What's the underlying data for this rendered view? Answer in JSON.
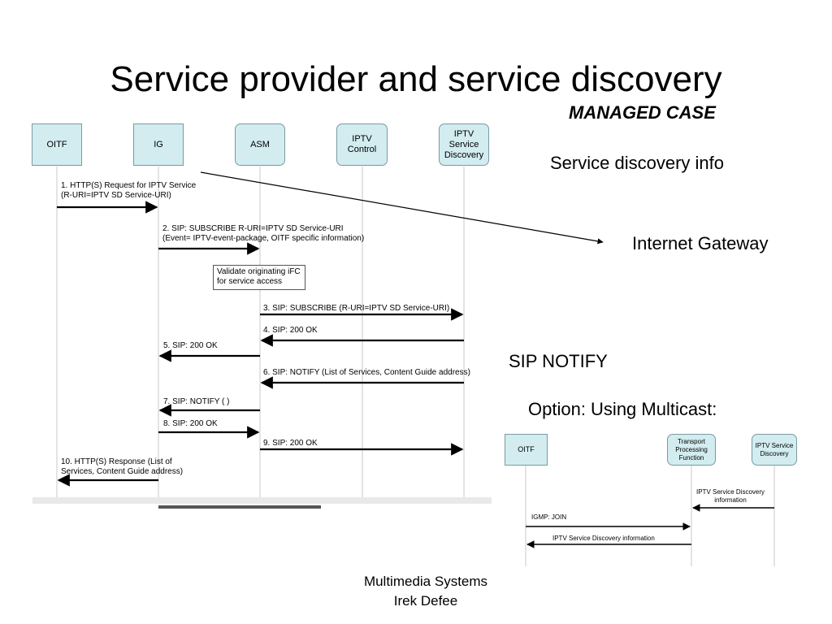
{
  "slide": {
    "title": "Service provider and service discovery",
    "subtitle": "MANAGED CASE",
    "side_labels": [
      "Service discovery info",
      "Internet Gateway",
      "SIP NOTIFY",
      "Option: Using Multicast:"
    ],
    "footer": [
      "Multimedia Systems",
      "Irek Defee"
    ]
  },
  "main_diagram": {
    "entities": [
      "OITF",
      "IG",
      "ASM",
      "IPTV Control",
      "IPTV Service Discovery"
    ],
    "messages": [
      "1. HTTP(S) Request for IPTV Service\n(R-URI=IPTV SD Service-URI)",
      "2. SIP: SUBSCRIBE R-URI=IPTV SD Service-URI\n(Event= IPTV-event-package, OITF specific information)",
      "3. SIP: SUBSCRIBE (R-URI=IPTV SD Service-URI)",
      "4. SIP: 200 OK",
      "5. SIP: 200 OK",
      "6. SIP: NOTIFY (List of Services, Content Guide address)",
      "7. SIP: NOTIFY ( )",
      "8. SIP: 200 OK",
      "9. SIP: 200 OK",
      "10. HTTP(S) Response (List of\nServices, Content Guide address)"
    ],
    "note": "Validate originating iFC\nfor service access"
  },
  "multicast_diagram": {
    "entities": [
      "OITF",
      "Transport Processing Function",
      "IPTV Service Discovery"
    ],
    "messages": [
      "IPTV Service Discovery\ninformation",
      "IGMP: JOIN",
      "IPTV Service Discovery information"
    ]
  },
  "colors": {
    "box_fill": "#d2ecf0",
    "box_border": "#7a9aa3",
    "lifeline": "#c8c8c8",
    "arrow": "#000000"
  }
}
